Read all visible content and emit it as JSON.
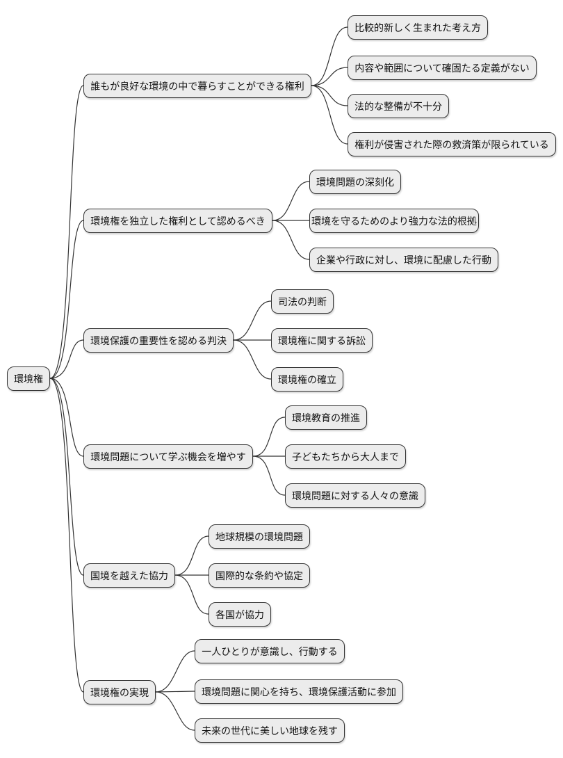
{
  "diagram": {
    "type": "mindmap",
    "root": {
      "label": "環境権"
    },
    "branches": [
      {
        "label": "誰もが良好な環境の中で暮らすことができる権利",
        "children": [
          "比較的新しく生まれた考え方",
          "内容や範囲について確固たる定義がない",
          "法的な整備が不十分",
          "権利が侵害された際の救済策が限られている"
        ]
      },
      {
        "label": "環境権を独立した権利として認めるべき",
        "children": [
          "環境問題の深刻化",
          "環境を守るためのより強力な法的根拠",
          "企業や行政に対し、環境に配慮した行動"
        ]
      },
      {
        "label": "環境保護の重要性を認める判決",
        "children": [
          "司法の判断",
          "環境権に関する訴訟",
          "環境権の確立"
        ]
      },
      {
        "label": "環境問題について学ぶ機会を増やす",
        "children": [
          "環境教育の推進",
          "子どもたちから大人まで",
          "環境問題に対する人々の意識"
        ]
      },
      {
        "label": "国境を越えた協力",
        "children": [
          "地球規模の環境問題",
          "国際的な条約や協定",
          "各国が協力"
        ]
      },
      {
        "label": "環境権の実現",
        "children": [
          "一人ひとりが意識し、行動する",
          "環境問題に関心を持ち、環境保護活動に参加",
          "未来の世代に美しい地球を残す"
        ]
      }
    ]
  },
  "colors": {
    "background": "#ffffff",
    "node_fill": "#ececec",
    "node_border": "#333333",
    "edge": "#333333",
    "text": "#111111"
  }
}
